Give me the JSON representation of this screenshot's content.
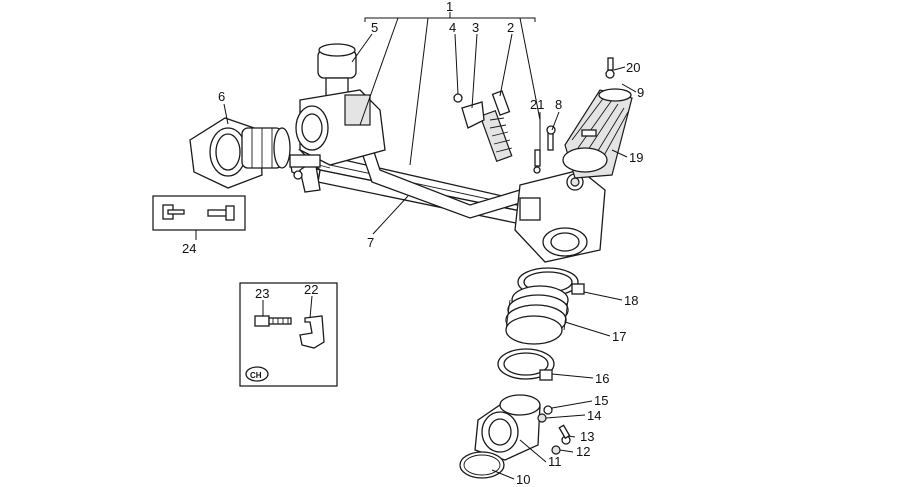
{
  "callouts": [
    {
      "id": "1",
      "label": "1"
    },
    {
      "id": "2",
      "label": "2"
    },
    {
      "id": "3",
      "label": "3"
    },
    {
      "id": "4",
      "label": "4"
    },
    {
      "id": "5",
      "label": "5"
    },
    {
      "id": "6",
      "label": "6"
    },
    {
      "id": "7a",
      "label": "7"
    },
    {
      "id": "8",
      "label": "8"
    },
    {
      "id": "9",
      "label": "9"
    },
    {
      "id": "10",
      "label": "10"
    },
    {
      "id": "11",
      "label": "11"
    },
    {
      "id": "12",
      "label": "12"
    },
    {
      "id": "13",
      "label": "13"
    },
    {
      "id": "14",
      "label": "14"
    },
    {
      "id": "15",
      "label": "15"
    },
    {
      "id": "16",
      "label": "16"
    },
    {
      "id": "17",
      "label": "17"
    },
    {
      "id": "18",
      "label": "18"
    },
    {
      "id": "19",
      "label": "19"
    },
    {
      "id": "20",
      "label": "20"
    },
    {
      "id": "21",
      "label": "21"
    },
    {
      "id": "22",
      "label": "22"
    },
    {
      "id": "23",
      "label": "23"
    },
    {
      "id": "24",
      "label": "24"
    }
  ],
  "inset_badge": "CH"
}
